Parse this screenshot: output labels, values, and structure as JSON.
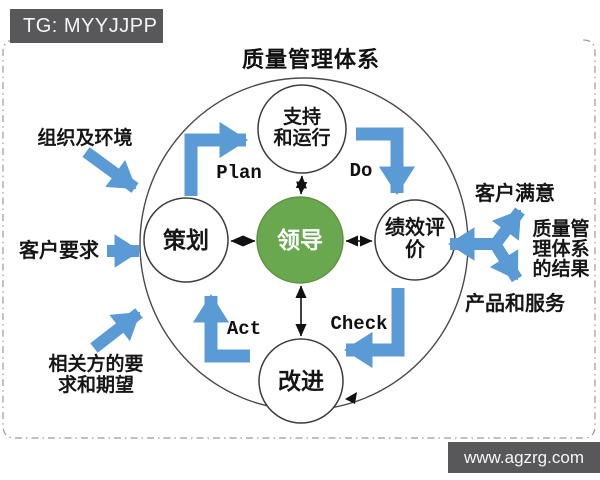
{
  "watermarks": {
    "top": "TG: MYYJJPP",
    "bottom": "www.agzrg.com"
  },
  "title": "质量管理体系",
  "nodes": {
    "leadership": "领导",
    "support": {
      "line1": "支持",
      "line2": "和运行"
    },
    "planning": "策划",
    "performance": {
      "line1": "绩效评",
      "line2": "价"
    },
    "improvement": "改进"
  },
  "cycle": {
    "plan": "Plan",
    "do": "Do",
    "check": "Check",
    "act": "Act"
  },
  "inputs": {
    "environment": "组织及环境",
    "customer_requirements": "客户要求",
    "stakeholders": {
      "line1": "相关方的要",
      "line2": "求和期望"
    }
  },
  "outputs": {
    "customer_satisfaction": "客户满意",
    "qms_results": {
      "line1": "质量管",
      "line2": "理体系",
      "line3": "的结果"
    },
    "products_services": "产品和服务"
  },
  "colors": {
    "arrow_blue": "#5b9bd5",
    "center_green": "#6aa84f",
    "banner_gray": "#58585b"
  }
}
